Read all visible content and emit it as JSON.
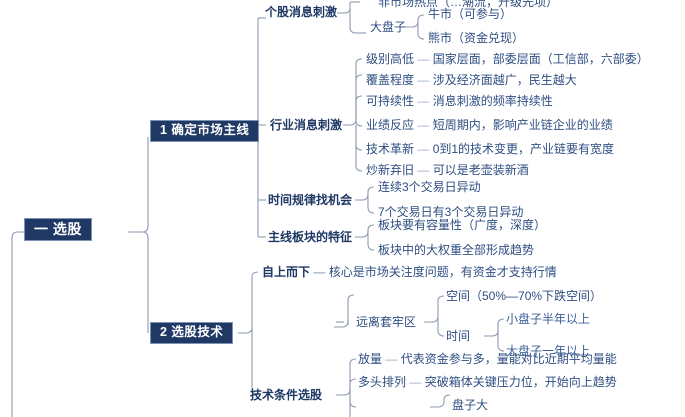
{
  "title": "一 选股",
  "colors": {
    "box_fill": "#1F3864",
    "box_border": "#7e93b8",
    "level2_text": "#1F3864",
    "level3_text": "#2E4E82",
    "level4_text": "#3A5E96",
    "connector": "#8e9bb0",
    "background": "#ffffff"
  },
  "root": {
    "label": "一 选股"
  },
  "branches": [
    {
      "label": "1 确定市场主线"
    },
    {
      "label": "2 选股技术"
    }
  ],
  "nodes": {
    "gegu_xiaoxi_ciji": "个股消息刺激",
    "fei_shichang_redian": "非市场热点（…潮流，升级先项）",
    "dapanzi": "大盘子",
    "niushi": "牛市（可参与）",
    "xiongshi": "熊市（资金兑现）",
    "hangye_xiaoxi_ciji": "行业消息刺激",
    "jibie_gaodi": "级别高低",
    "jibie_gaodi_desc": "国家层面，部委层面（工信部，六部委）",
    "fugai_chengdu": "覆盖程度",
    "fugai_chengdu_desc": "涉及经济面越广，民生越大",
    "kechixuxing": "可持续性",
    "kechixuxing_desc": "消息刺激的频率持续性",
    "yeji_fanying": "业绩反应",
    "yeji_fanying_desc": "短周期内，影响产业链企业的业绩",
    "jishu_gexin": "技术革新",
    "jishu_gexin_desc": "0到1的技术变更，产业链要有宽度",
    "chaoxin_qijiu": "炒新弃旧",
    "chaoxin_qijiu_desc": "可以是老壶装新酒",
    "shijian_guilv": "时间规律找机会",
    "shijian_guilv_1": "连续3个交易日异动",
    "shijian_guilv_2": "7个交易日有3个交易日异动",
    "zhuxian_bankuai": "主线板块的特征",
    "zhuxian_bankuai_1": "板块要有容量性（广度，深度）",
    "zhuxian_bankuai_2": "板块中的大权重全部形成趋势",
    "zishang_erxia": "自上而下",
    "zishang_erxia_desc": "核心是市场关注度问题，有资金才支持行情",
    "yuanli_taolaoqu": "远离套牢区",
    "kongjian": "空间（50%—70%下跌空间）",
    "shijian": "时间",
    "xiaopanzi": "小盘子半年以上",
    "dapanzi_yinian": "大盘子一年以上",
    "jishu_tiaojian_xuangu": "技术条件选股",
    "fangliang": "放量",
    "fangliang_desc": "代表资金参与多，量能对比近期平均量能",
    "duotou_pailie": "多头排列",
    "duotou_pailie_desc": "突破箱体关键压力位，开始向上趋势",
    "panzi_da": "盘子大"
  },
  "dash_glyph": "—"
}
